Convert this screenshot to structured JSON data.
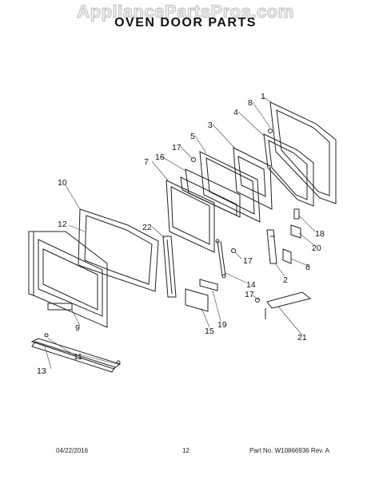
{
  "watermark": "AppliancePartsPros.com",
  "title": "OVEN DOOR PARTS",
  "callouts": [
    "1",
    "8",
    "4",
    "3",
    "5",
    "17",
    "16",
    "7",
    "10",
    "12",
    "22",
    "18",
    "20",
    "17",
    "6",
    "2",
    "14",
    "17",
    "9",
    "15",
    "19",
    "21",
    "11",
    "13"
  ],
  "footer": {
    "date": "04/22/2016",
    "page": "12",
    "part_number": "Part No. W10866936  Rev. A"
  }
}
